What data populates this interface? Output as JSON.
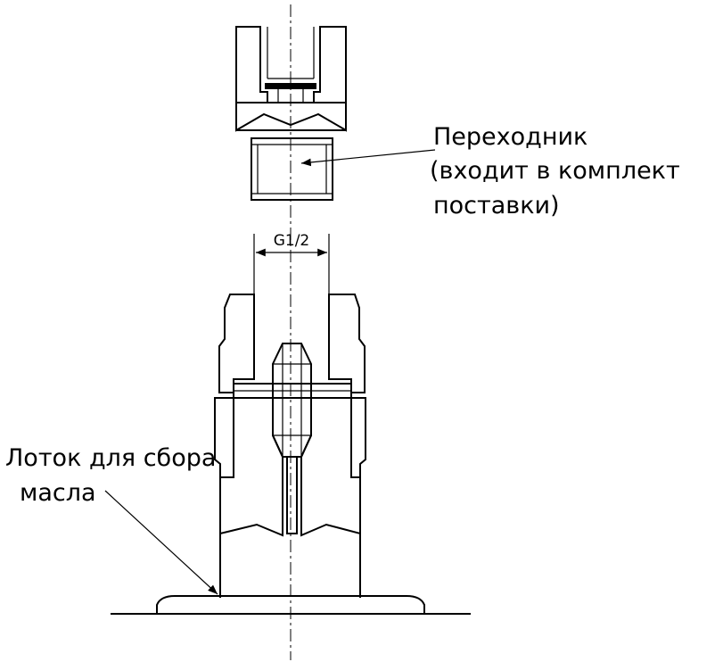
{
  "labels": {
    "adapter_line1": "Переходник",
    "adapter_line2": "(входит в комплект",
    "adapter_line3": "поставки)",
    "tray_line1": "Лоток для сбора",
    "tray_line2": "масла",
    "thread_dimension": "G1/2"
  },
  "colors": {
    "line": "#000000",
    "background": "#ffffff"
  }
}
